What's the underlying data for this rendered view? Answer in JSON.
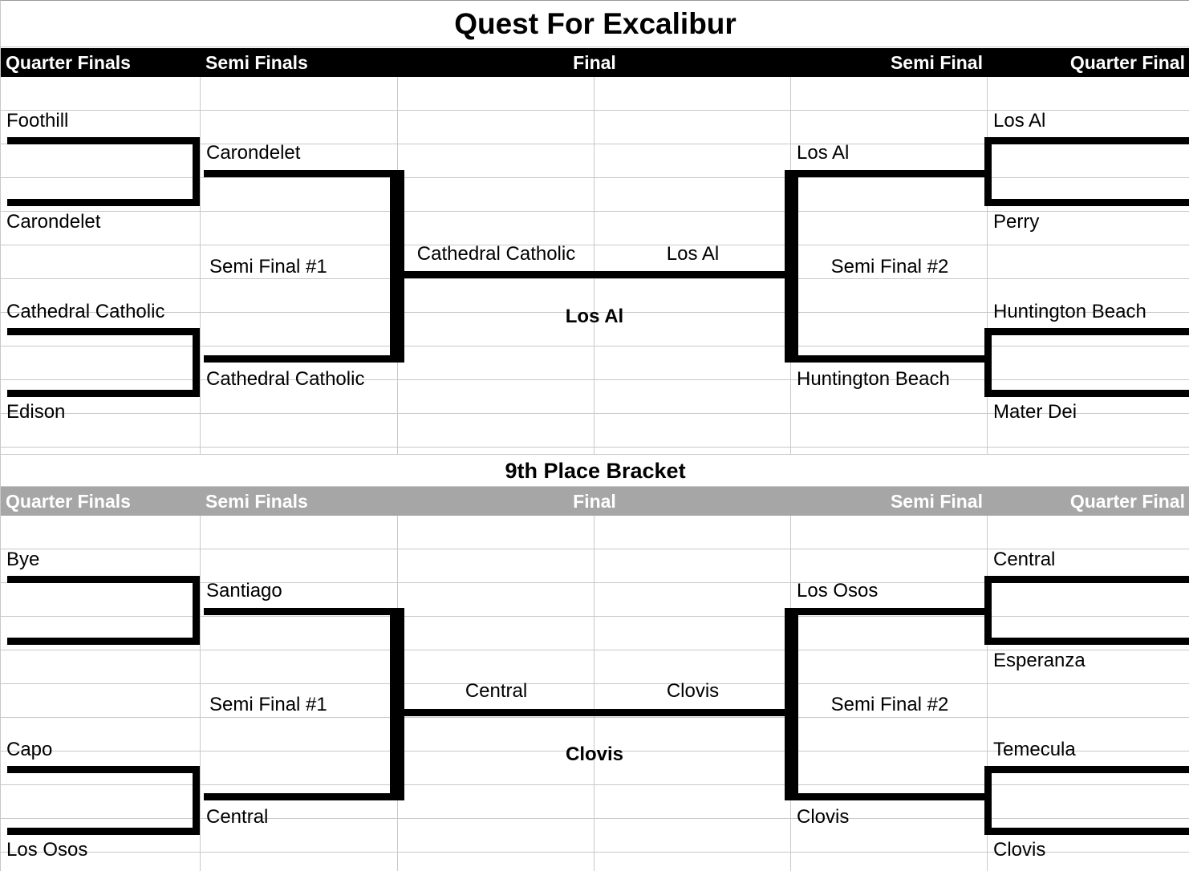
{
  "page": {
    "main_title": "Quest For Excalibur",
    "secondary_title": "9th Place Bracket",
    "colors": {
      "header_primary_bg": "#000000",
      "header_secondary_bg": "#a6a6a6",
      "header_text": "#ffffff",
      "gridline": "#c9c9c9",
      "bracket_line": "#000000",
      "page_bg": "#ffffff"
    }
  },
  "brackets": [
    {
      "id": "championship",
      "title": "Quest For Excalibur",
      "header_style": "dark",
      "columns": [
        {
          "label": "Quarter Finals",
          "align": "left"
        },
        {
          "label": "Semi Finals",
          "align": "left"
        },
        {
          "label": "Final",
          "align": "center"
        },
        {
          "label": "Semi Final",
          "align": "right"
        },
        {
          "label": "Quarter Final",
          "align": "right"
        }
      ],
      "left_quarter_finals": [
        {
          "team": "Foothill"
        },
        {
          "team": "Carondelet"
        },
        {
          "team": "Cathedral Catholic"
        },
        {
          "team": "Edison"
        }
      ],
      "left_semi_finals": [
        {
          "winner": "Carondelet"
        },
        {
          "winner": "Cathedral Catholic"
        }
      ],
      "left_semi_final_label": "Semi Final #1",
      "final_left": "Cathedral Catholic",
      "final_right": "Los Al",
      "champion": "Los Al",
      "right_semi_final_label": "Semi Final #2",
      "right_semi_finals": [
        {
          "winner": "Los Al"
        },
        {
          "winner": "Huntington Beach"
        }
      ],
      "right_quarter_finals": [
        {
          "team": "Los Al"
        },
        {
          "team": "Perry"
        },
        {
          "team": "Huntington Beach"
        },
        {
          "team": "Mater Dei"
        }
      ]
    },
    {
      "id": "ninth-place",
      "title": "9th Place Bracket",
      "header_style": "gray",
      "columns": [
        {
          "label": "Quarter Finals",
          "align": "left"
        },
        {
          "label": "Semi Finals",
          "align": "left"
        },
        {
          "label": "Final",
          "align": "center"
        },
        {
          "label": "Semi Final",
          "align": "right"
        },
        {
          "label": "Quarter Final",
          "align": "right"
        }
      ],
      "left_quarter_finals": [
        {
          "team": "Bye"
        },
        {
          "team": ""
        },
        {
          "team": "Capo"
        },
        {
          "team": "Los Osos"
        }
      ],
      "left_semi_finals": [
        {
          "winner": "Santiago"
        },
        {
          "winner": "Central"
        }
      ],
      "left_semi_final_label": "Semi Final #1",
      "final_left": "Central",
      "final_right": "Clovis",
      "champion": "Clovis",
      "right_semi_final_label": "Semi Final #2",
      "right_semi_finals": [
        {
          "winner": "Los Osos"
        },
        {
          "winner": "Clovis"
        }
      ],
      "right_quarter_finals": [
        {
          "team": "Central"
        },
        {
          "team": "Esperanza"
        },
        {
          "team": "Temecula"
        },
        {
          "team": "Clovis"
        }
      ]
    }
  ]
}
